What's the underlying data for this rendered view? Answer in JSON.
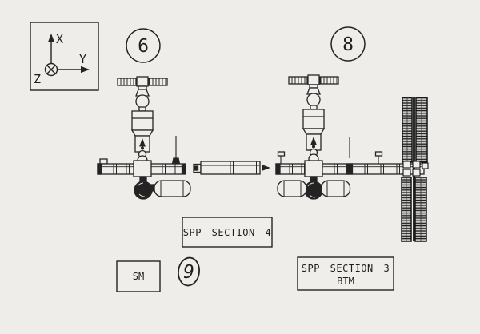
{
  "axes": {
    "x_label": "X",
    "y_label": "Y",
    "z_label": "Z"
  },
  "callouts": {
    "step6": "6",
    "step8": "8",
    "step9": "9"
  },
  "labels": {
    "spp_section_4": "SPP SECTION 4",
    "sm": "SM",
    "spp_section_3": "SPP SECTION 3",
    "btm": "BTM"
  },
  "colors": {
    "paper": "#eeede9",
    "ink": "#232323",
    "panel_fill": "#cfcecا"
  }
}
